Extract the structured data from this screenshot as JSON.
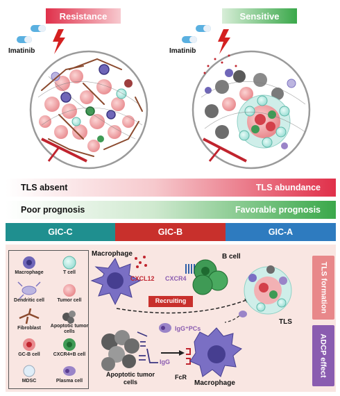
{
  "top": {
    "resistance_label": "Resistance",
    "sensitive_label": "Sensitive",
    "drug_label_left": "Imatinib",
    "drug_label_right": "Imatinib"
  },
  "bars": {
    "tls_left": "TLS absent",
    "tls_right": "TLS abundance",
    "prognosis_left": "Poor prognosis",
    "prognosis_right": "Favorable prognosis"
  },
  "groups": [
    "GIC-C",
    "GIC-B",
    "GIC-A"
  ],
  "legend": {
    "items": [
      "Macrophage",
      "T cell",
      "Dendritic cell",
      "Tumor cell",
      "Fibroblast",
      "Apoptotic tumor cells",
      "GC-B cell",
      "CXCR4+B cell",
      "MDSC",
      "Plasma cell"
    ]
  },
  "mechanism": {
    "macrophage_label": "Macrophage",
    "cxcl12": "CXCL12",
    "cxcr4": "CXCR4",
    "b_cell_label": "B cell",
    "recruiting": "Recruiting",
    "tls_label": "TLS",
    "igg_pcs": "IgG⁺PCs",
    "igg": "IgG",
    "fcr": "FcR",
    "apoptotic_label": "Apoptotic tumor cells",
    "macrophage_bottom": "Macrophage",
    "side_top": "TLS formation",
    "side_bottom": "ADCP effect"
  },
  "colors": {
    "resistance": "#e0304a",
    "sensitive": "#3aa84a",
    "gic_c": "#1f8f8f",
    "gic_b": "#c8302c",
    "gic_a": "#2e7bbf",
    "panel_bg": "#f9e6e2",
    "side_top": "#e8888a",
    "side_bottom": "#8a5cb0"
  }
}
